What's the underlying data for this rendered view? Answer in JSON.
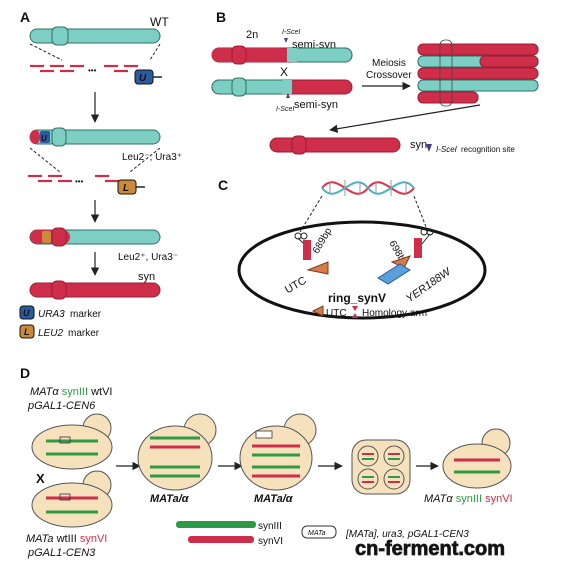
{
  "colors": {
    "teal": "#7ecfc3",
    "teal_stroke": "#2f6f69",
    "red": "#cf2e4a",
    "red_dark": "#9a1f37",
    "green": "#2f9a45",
    "cell": "#f6e1bd",
    "cell_stroke": "#555555",
    "blue_marker": "#2c5aa0",
    "orange_marker": "#c98a3a",
    "arrow_blue": "#5aa0d8",
    "arrow_orange": "#d97a4a",
    "dna_red": "#d9334d",
    "dna_blue": "#4ab4c4"
  },
  "panelA": {
    "label": "A",
    "wt": "WT",
    "step2_label": "Leu2⁻, Ura3⁺",
    "step3_label": "Leu2⁺, Ura3⁻",
    "syn": "syn",
    "ellipsis": "•••",
    "u_letter": "U",
    "l_letter": "L",
    "legend_ura3": "URA3",
    "legend_ura3_suffix": " marker",
    "legend_leu2": "LEU2",
    "legend_leu2_suffix": " marker"
  },
  "panelB": {
    "label": "B",
    "ploidy": "2n",
    "iscei": "I-SceI",
    "semi_syn_top": "semi-syn",
    "semi_syn_bottom": "semi-syn",
    "iscei_bottom": "I-SceI",
    "meiosis": "Meiosis",
    "crossover": "Crossover",
    "syn": "syn",
    "legend_iscei": "I-SceI",
    "legend_suffix": " recognition site"
  },
  "panelC": {
    "label": "C",
    "left_bp": "689bp",
    "right_bp": "698bp",
    "utc": "UTC",
    "yer": "YER188W",
    "ring": "ring_synV",
    "legend_utc": "UTC",
    "legend_homology": "Homology arm"
  },
  "panelD": {
    "label": "D",
    "top_line1_prefix": "MAT",
    "top_line1_greek": "α",
    "top_line1_syn": " synIII",
    "top_line1_wt": " wtVI",
    "top_line2": "pGAL1-CEN6",
    "cross": "X",
    "bottom_line1_prefix": "MAT",
    "bottom_line1_a": "a",
    "bottom_line1_wt": " wtIII",
    "bottom_line1_syn": " synVI",
    "bottom_line2": "pGAL1-CEN3",
    "mat_a_alpha_1": "MATa/α",
    "mat_a_alpha_2": "MATa/α",
    "final_prefix": "MAT",
    "final_greek": "α",
    "final_syn3": " synIII",
    "final_syn6": " synVI",
    "legend_syn3": "synIII",
    "legend_syn6": "synVI",
    "legend_mat": "MATa",
    "legend_plasmid_text": "[MATa], ura3, pGAL1-CEN3"
  },
  "watermark": "cn-ferment.com"
}
